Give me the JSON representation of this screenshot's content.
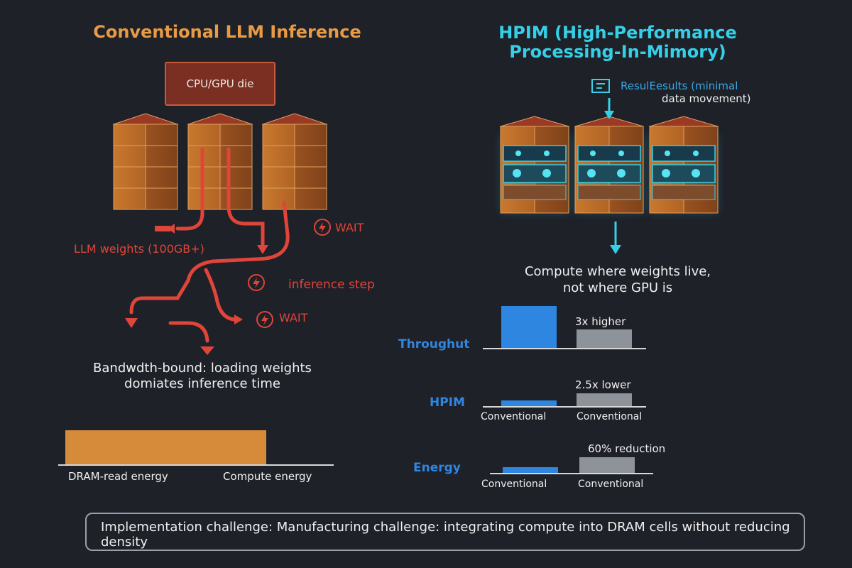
{
  "left": {
    "title": "Conventional LLM Inference",
    "die_label": "CPU/GPU die",
    "weights_label": "LLM weights (100GB+)",
    "wait_label_1": "WAIT",
    "wait_label_2": "WAIT",
    "inference_step_label": "inference step",
    "bandwidth_line1": "Bandwdth-bound: loading weights",
    "bandwidth_line2": "domiates inference time",
    "energy_labels": [
      "DRAM-read energy",
      "Compute energy"
    ]
  },
  "right": {
    "title_line1": "HPIM (High-Performance",
    "title_line2": "Processing-In-Mimory)",
    "results_label": "ResulEesults (minimal",
    "results_label2": "data movement)",
    "compute_line1": "Compute where weights live,",
    "compute_line2": "not where GPU is",
    "metrics": [
      {
        "label": "Throughut",
        "annotation": "3x higher",
        "bar_labels": [
          "",
          ""
        ],
        "values": [
          1.0,
          0.45
        ]
      },
      {
        "label": "HPIM",
        "annotation": "2.5x lower",
        "bar_labels": [
          "Conventional",
          "Conventional"
        ],
        "values": [
          0.14,
          0.32
        ]
      },
      {
        "label": "Energy",
        "annotation": "60% reduction",
        "bar_labels": [
          "Conventional",
          "Conventional"
        ],
        "values": [
          0.14,
          0.38
        ]
      }
    ]
  },
  "challenge_text": "Implementation challenge: Manufacturing challenge: integrating compute into DRAM cells without reducing density",
  "colors": {
    "title_orange": "#e89a45",
    "title_cyan": "#35d0e8",
    "red": "#e0453a",
    "blue": "#2f86e0",
    "gray": "#8e939a",
    "dram_orange": "#d68b3a"
  }
}
